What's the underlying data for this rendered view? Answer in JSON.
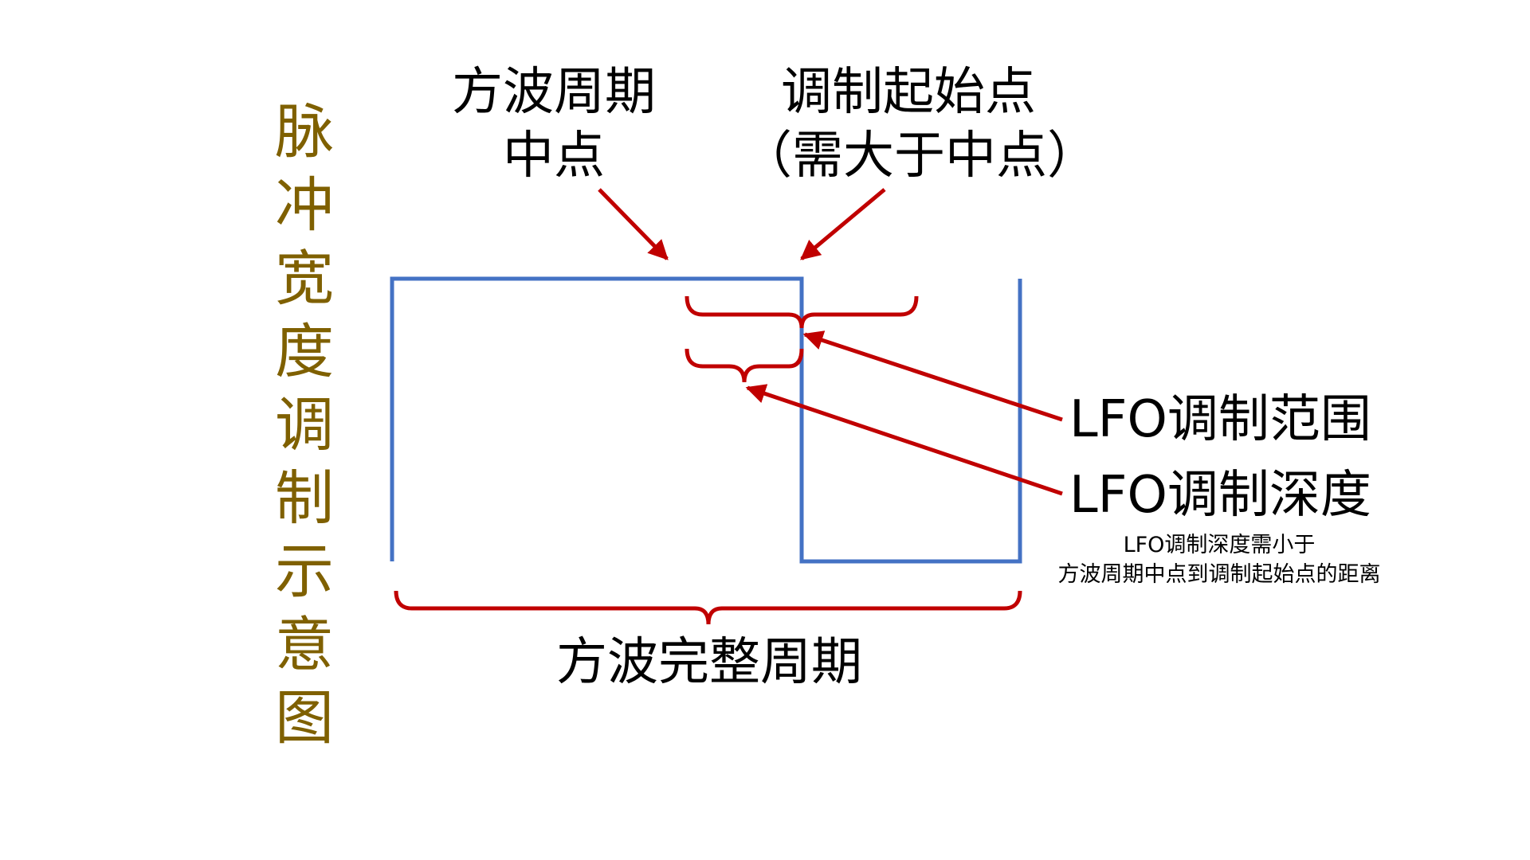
{
  "title": "脉冲宽度调制示意图",
  "labels": {
    "square_mid_line1": "方波周期",
    "square_mid_line2": "中点",
    "mod_start_line1": "调制起始点",
    "mod_start_line2": "（需大于中点）",
    "lfo_range": "LFO调制范围",
    "lfo_depth": "LFO调制深度",
    "note_line1": "LFO调制深度需小于",
    "note_line2": "方波周期中点到调制起始点的距离",
    "full_period": "方波完整周期"
  },
  "colors": {
    "title": "#7f6000",
    "waveform": "#4472c4",
    "annotation": "#c00000",
    "text": "#000000"
  }
}
